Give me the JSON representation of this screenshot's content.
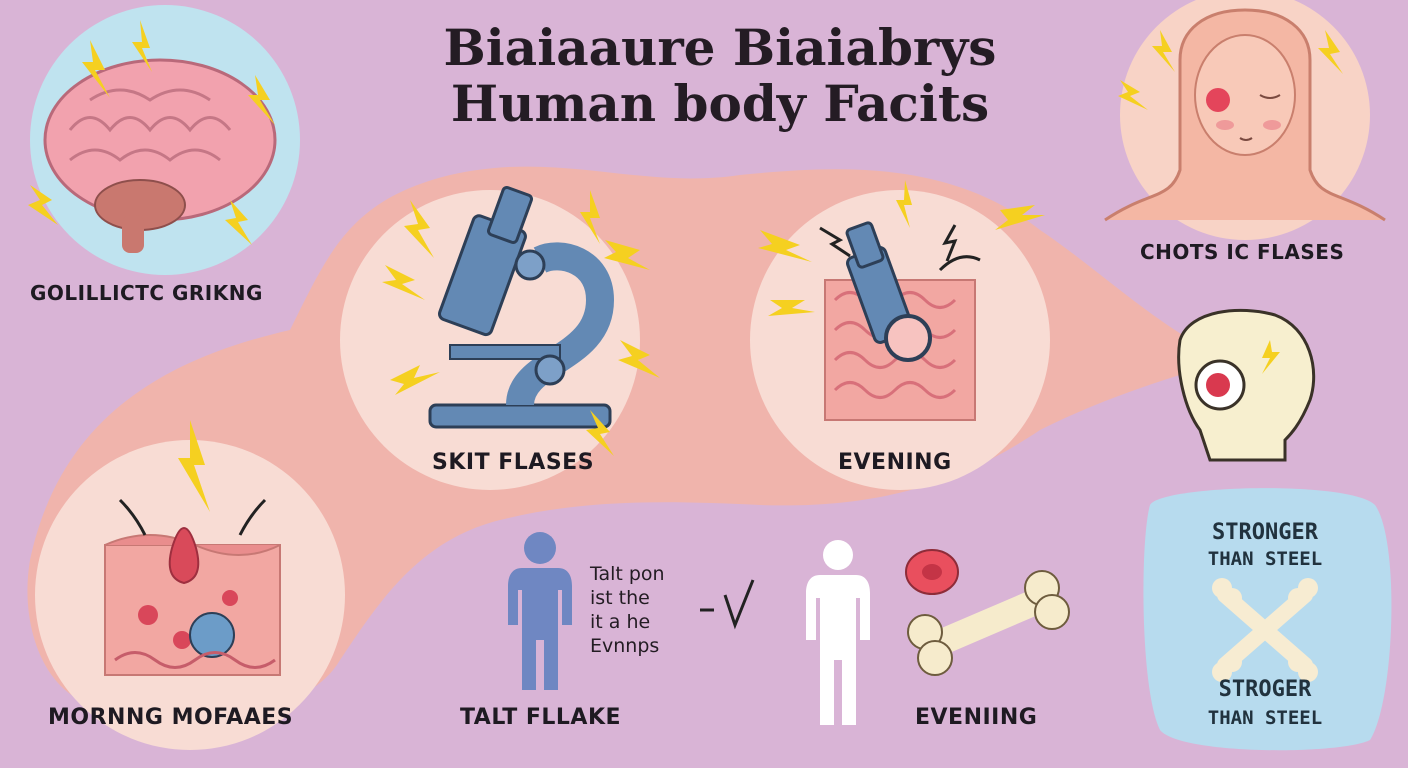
{
  "title": {
    "line1": "Biaiaaure Biaiabrys",
    "line2": "Human body Facits"
  },
  "labels": {
    "brain": "GOLILLICTC GRIKNG",
    "microscope": "SKIT FLASES",
    "skin_probe": "EVENING",
    "face": "CHOTS IC FLASES",
    "skin_tissue": "MORNNG MOFAAES",
    "blue_person": "TALT FLLAKE",
    "bone": "EVENIING"
  },
  "note": {
    "line1": "Talt pon",
    "line2": "ist the",
    "line3": "it a he",
    "line4": "Evnnps"
  },
  "strong_box": {
    "top_line1": "STRONGER",
    "top_line2": "THAN STEEL",
    "bottom_line1": "STROGER",
    "bottom_line2": "THAN STEEL"
  },
  "colors": {
    "background": "#d9b4d6",
    "path": "#f0b4ac",
    "circle": "#f8dcd4",
    "blue_box": "#b7dbee",
    "bolt": "#f5d020",
    "instrument": "#6389b4"
  }
}
